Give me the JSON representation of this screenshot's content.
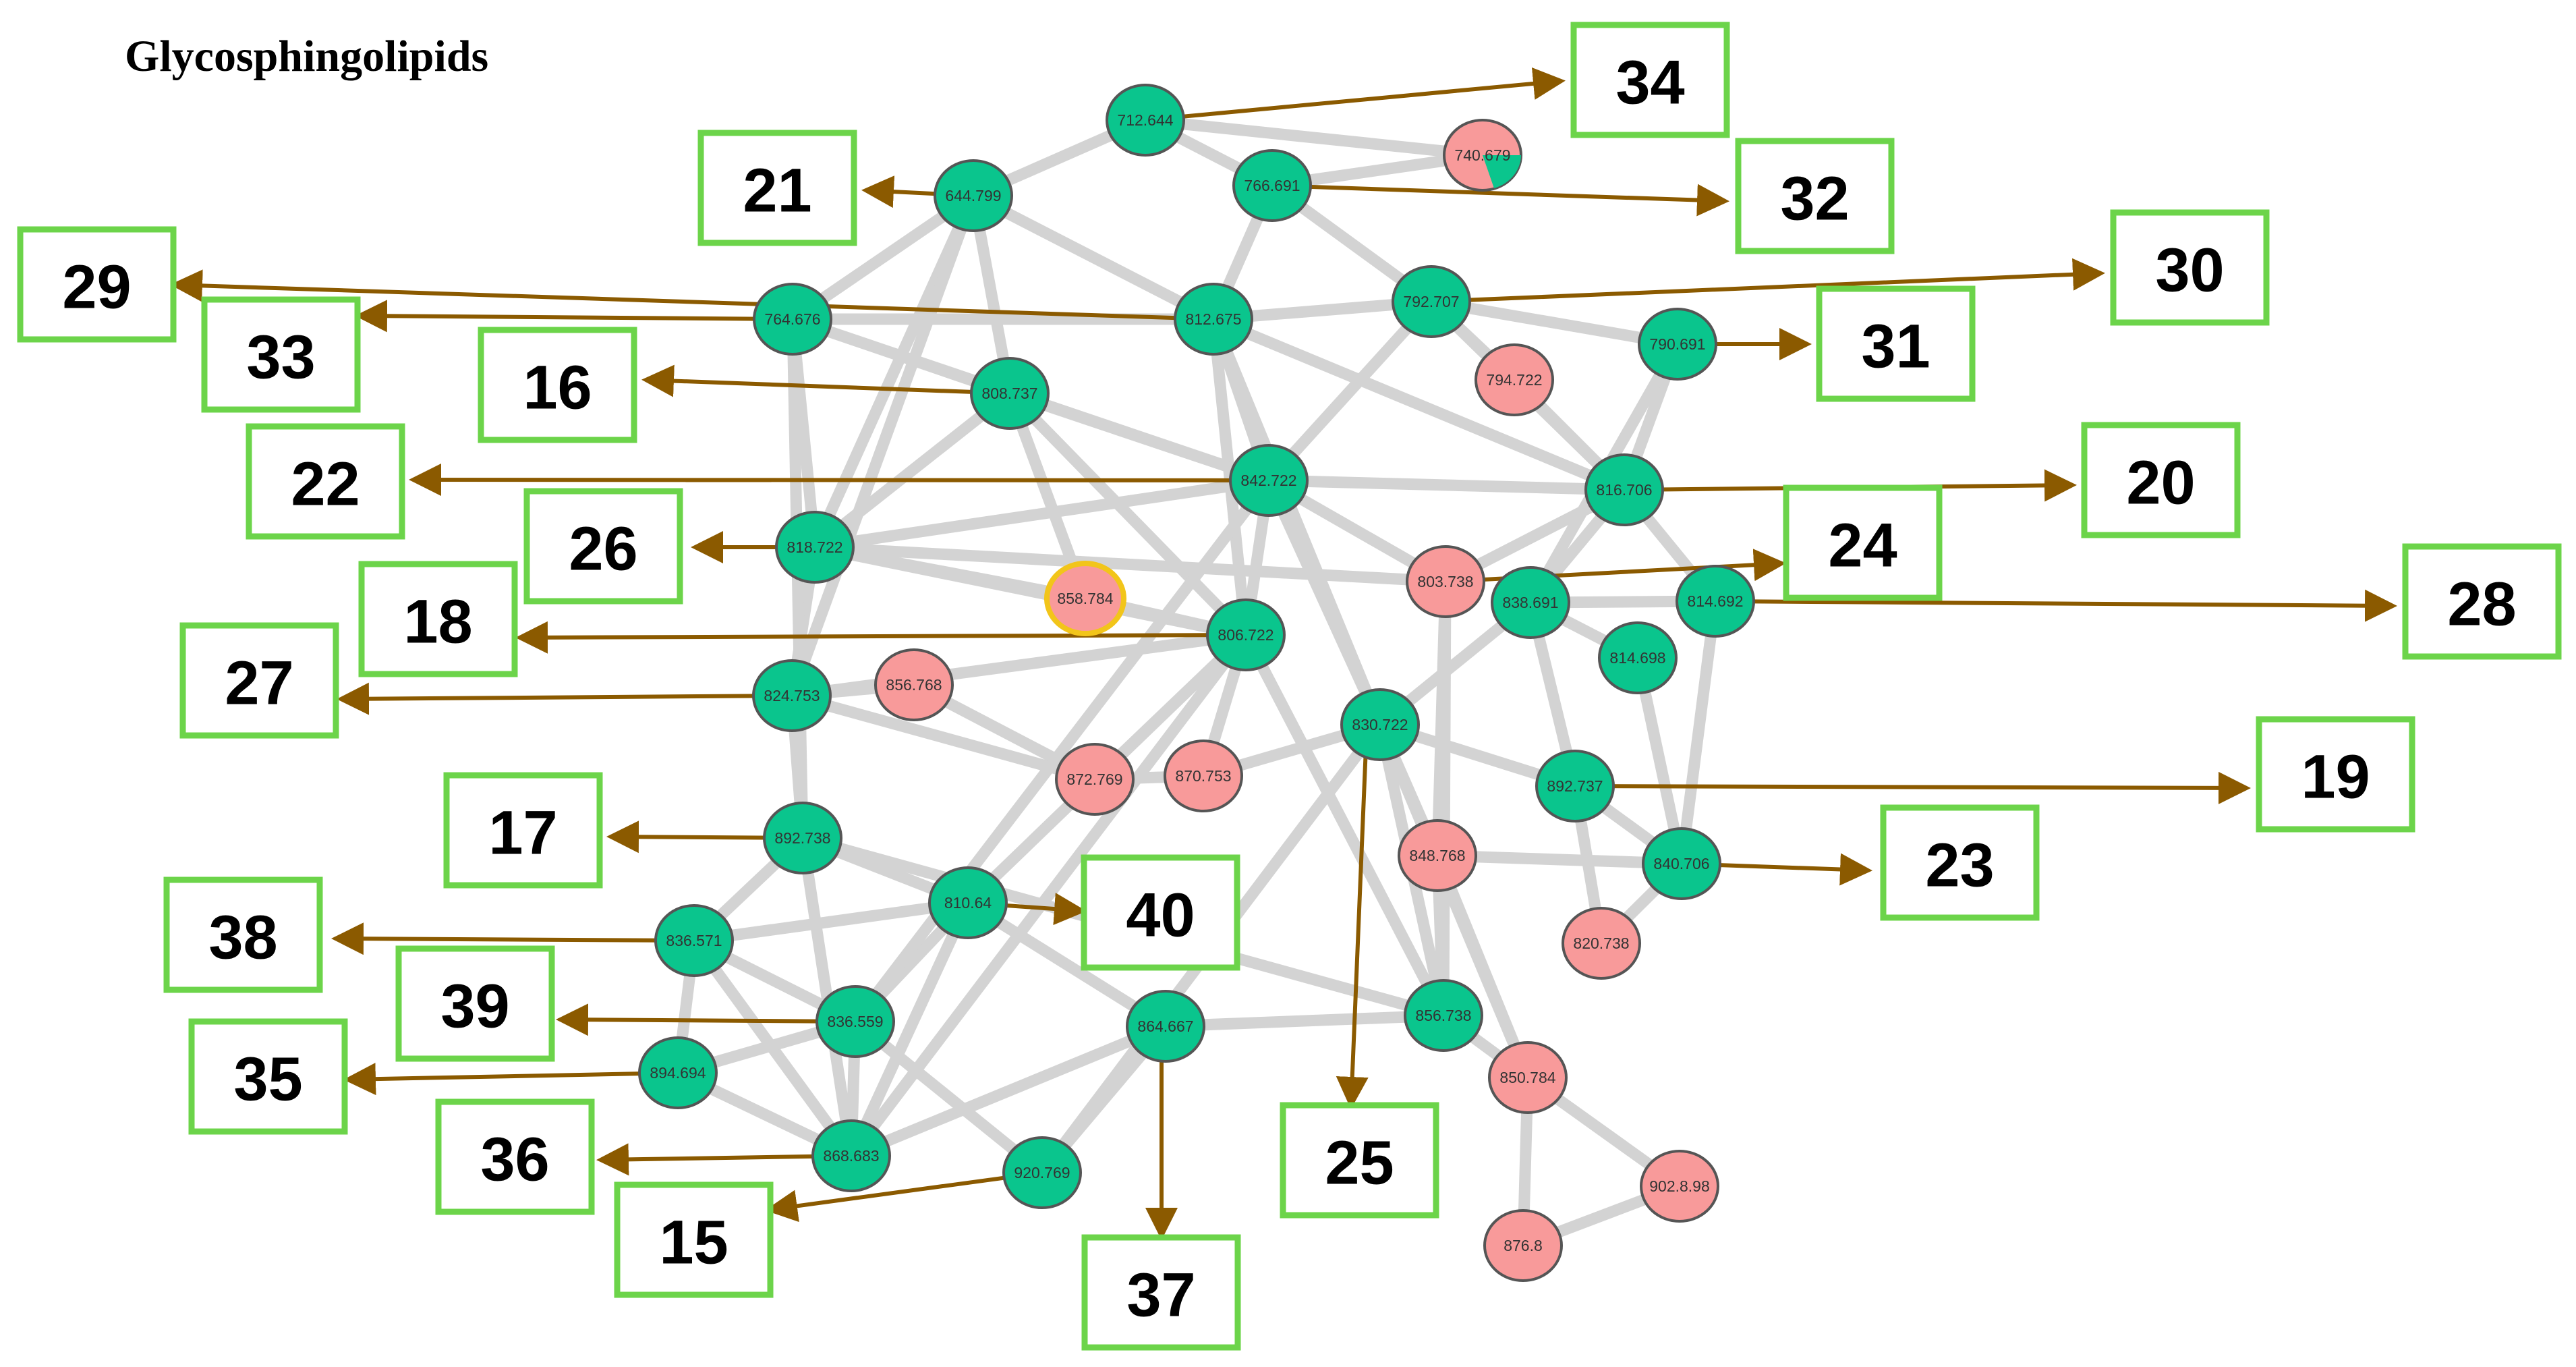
{
  "title": "Glycosphingolipids",
  "colors": {
    "edge": "#d3d3d3",
    "node_green": "#0ac58d",
    "node_pink": "#f89a9a",
    "node_stroke": "#555555",
    "highlight_stroke": "#f2c51a",
    "arrow": "#8b5a00",
    "box_stroke": "#6cd44a"
  },
  "nodes": [
    {
      "id": "n712",
      "label": "712.644",
      "type": "green"
    },
    {
      "id": "n740",
      "label": "740.679",
      "type": "pink"
    },
    {
      "id": "n644",
      "label": "644.799",
      "type": "green"
    },
    {
      "id": "n766",
      "label": "766.691",
      "type": "green"
    },
    {
      "id": "n7927",
      "label": "792.707",
      "type": "green"
    },
    {
      "id": "n764",
      "label": "764.676",
      "type": "green"
    },
    {
      "id": "n812",
      "label": "812.675",
      "type": "green"
    },
    {
      "id": "n7906",
      "label": "790.691",
      "type": "green"
    },
    {
      "id": "n794",
      "label": "794.722",
      "type": "pink"
    },
    {
      "id": "n808",
      "label": "808.737",
      "type": "green"
    },
    {
      "id": "n842",
      "label": "842.722",
      "type": "green"
    },
    {
      "id": "n816",
      "label": "816.706",
      "type": "green"
    },
    {
      "id": "n818",
      "label": "818.722",
      "type": "green"
    },
    {
      "id": "n8039",
      "label": "803.738",
      "type": "pink"
    },
    {
      "id": "n838",
      "label": "838.691",
      "type": "green"
    },
    {
      "id": "n814a",
      "label": "814.692",
      "type": "green"
    },
    {
      "id": "n814b",
      "label": "814.698",
      "type": "green"
    },
    {
      "id": "n858",
      "label": "858.784",
      "type": "pink",
      "highlight": true
    },
    {
      "id": "n806",
      "label": "806.722",
      "type": "green"
    },
    {
      "id": "n824",
      "label": "824.753",
      "type": "green"
    },
    {
      "id": "n856",
      "label": "856.768",
      "type": "pink"
    },
    {
      "id": "n830",
      "label": "830.722",
      "type": "green"
    },
    {
      "id": "n872",
      "label": "872.769",
      "type": "pink"
    },
    {
      "id": "n870",
      "label": "870.753",
      "type": "pink"
    },
    {
      "id": "n8927",
      "label": "892.737",
      "type": "green"
    },
    {
      "id": "n8927b",
      "label": "892.738",
      "type": "green"
    },
    {
      "id": "n848",
      "label": "848.768",
      "type": "pink"
    },
    {
      "id": "n840",
      "label": "840.706",
      "type": "green"
    },
    {
      "id": "n820",
      "label": "820.738",
      "type": "pink"
    },
    {
      "id": "n810",
      "label": "810.64",
      "type": "green"
    },
    {
      "id": "n836s",
      "label": "836.571",
      "type": "green"
    },
    {
      "id": "n836",
      "label": "836.559",
      "type": "green"
    },
    {
      "id": "n864",
      "label": "864.667",
      "type": "green"
    },
    {
      "id": "n856b",
      "label": "856.738",
      "type": "green"
    },
    {
      "id": "n894",
      "label": "894.694",
      "type": "green"
    },
    {
      "id": "n850",
      "label": "850.784",
      "type": "pink"
    },
    {
      "id": "n868",
      "label": "868.683",
      "type": "green"
    },
    {
      "id": "n920",
      "label": "920.769",
      "type": "green"
    },
    {
      "id": "n902",
      "label": "902.8.98",
      "type": "pink"
    },
    {
      "id": "n876",
      "label": "876.8",
      "type": "pink"
    }
  ],
  "boxes": [
    {
      "label": "34"
    },
    {
      "label": "21"
    },
    {
      "label": "32"
    },
    {
      "label": "30"
    },
    {
      "label": "29"
    },
    {
      "label": "33"
    },
    {
      "label": "31"
    },
    {
      "label": "16"
    },
    {
      "label": "22"
    },
    {
      "label": "20"
    },
    {
      "label": "26"
    },
    {
      "label": "24"
    },
    {
      "label": "28"
    },
    {
      "label": "18"
    },
    {
      "label": "27"
    },
    {
      "label": "19"
    },
    {
      "label": "17"
    },
    {
      "label": "23"
    },
    {
      "label": "40"
    },
    {
      "label": "38"
    },
    {
      "label": "39"
    },
    {
      "label": "35"
    },
    {
      "label": "25"
    },
    {
      "label": "36"
    },
    {
      "label": "15"
    },
    {
      "label": "37"
    }
  ]
}
